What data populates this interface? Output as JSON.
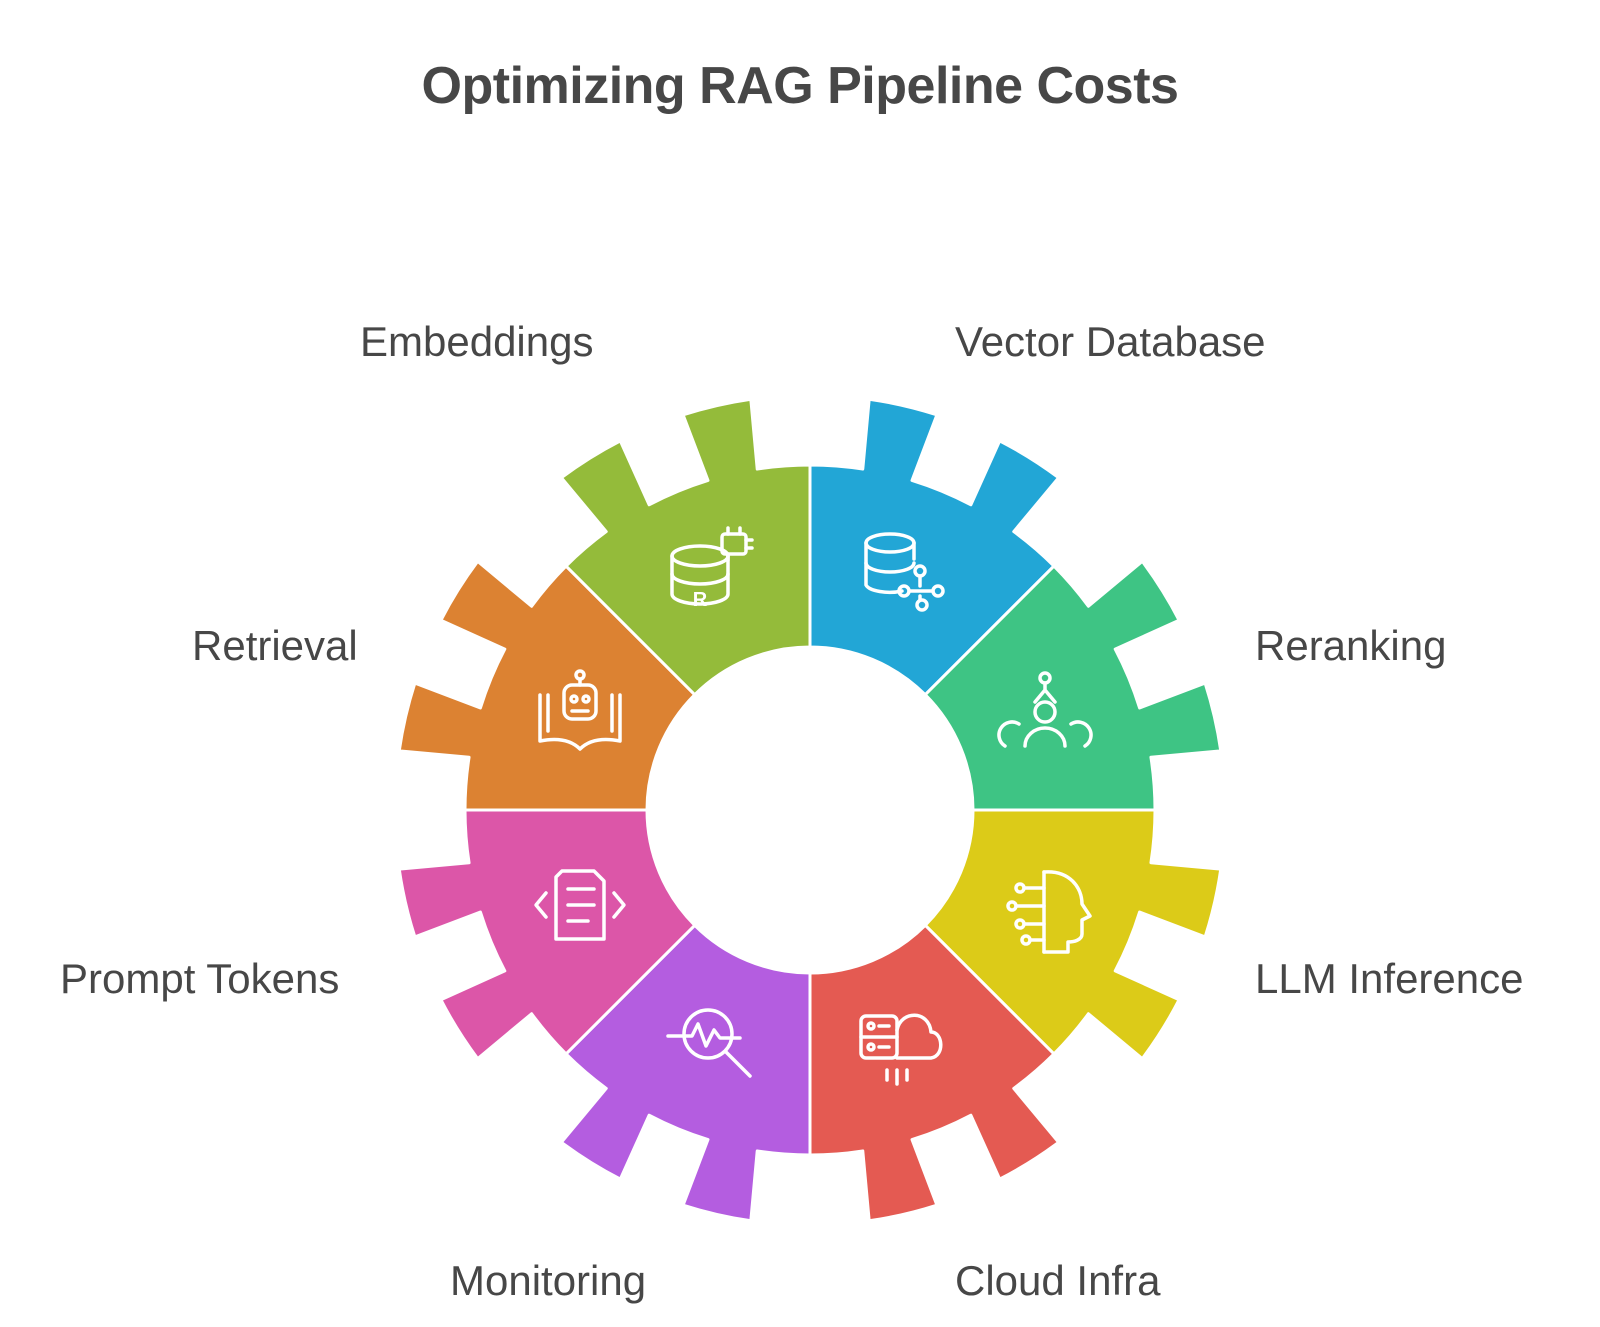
{
  "title": "Optimizing RAG Pipeline Costs",
  "segments": [
    {
      "label": "Embeddings",
      "color": "#22a6d6",
      "icon": "database-chip-icon"
    },
    {
      "label": "Vector Database",
      "color": "#3ec484",
      "icon": "database-network-icon"
    },
    {
      "label": "Reranking",
      "color": "#dccb18",
      "icon": "robot-arm-person-icon"
    },
    {
      "label": "LLM Inference",
      "color": "#e45a52",
      "icon": "ai-head-circuit-icon"
    },
    {
      "label": "Cloud Infra",
      "color": "#b45de0",
      "icon": "cloud-server-icon"
    },
    {
      "label": "Monitoring",
      "color": "#dc56a8",
      "icon": "magnifier-pulse-icon"
    },
    {
      "label": "Prompt Tokens",
      "color": "#dc8232",
      "icon": "document-code-icon"
    },
    {
      "label": "Retrieval",
      "color": "#94bb3a",
      "icon": "robot-book-icon"
    }
  ]
}
